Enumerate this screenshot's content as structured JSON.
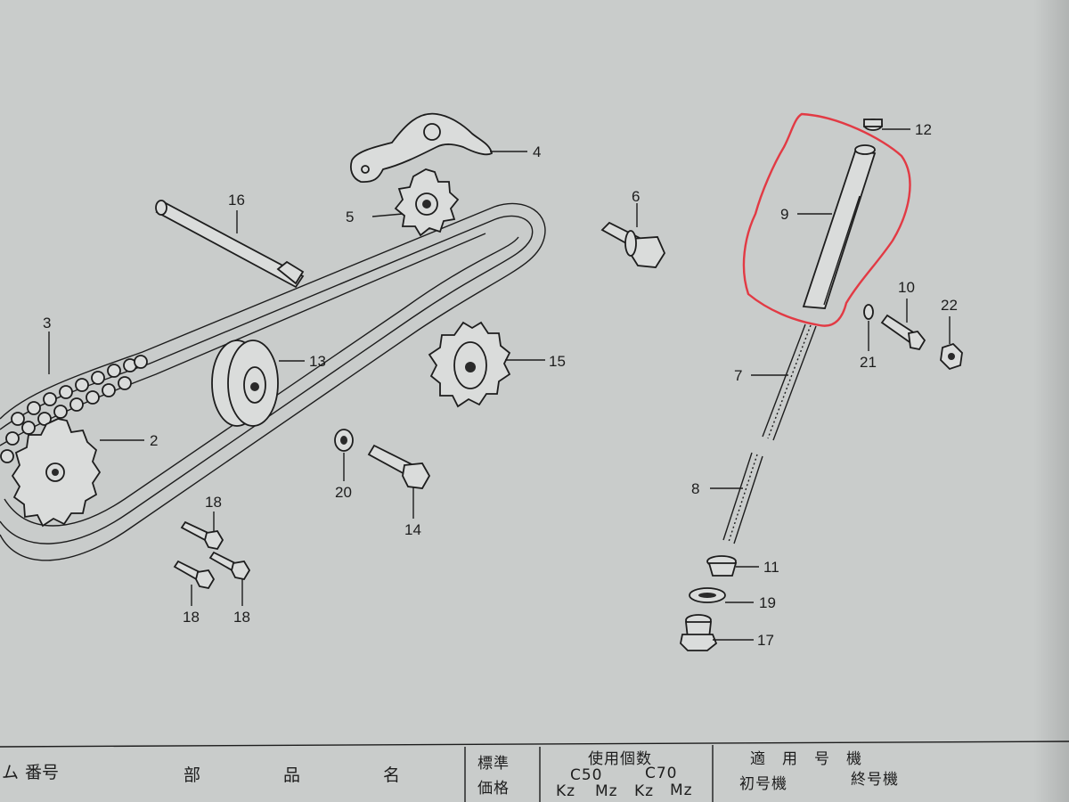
{
  "colors": {
    "paper": "#c9cccb",
    "ink": "#1d1d1d",
    "highlight": "#e23a44"
  },
  "callouts": {
    "p2": "2",
    "p3": "3",
    "p4": "4",
    "p5": "5",
    "p6": "6",
    "p7": "7",
    "p8": "8",
    "p9": "9",
    "p10": "10",
    "p11": "11",
    "p12": "12",
    "p13": "13",
    "p14": "14",
    "p15": "15",
    "p16": "16",
    "p17": "17",
    "p18a": "18",
    "p18b": "18",
    "p18c": "18",
    "p19": "19",
    "p20": "20",
    "p21": "21",
    "p22": "22"
  },
  "table_header": {
    "number": "番号",
    "number_prefix": "ム",
    "part_name_1": "部",
    "part_name_2": "品",
    "part_name_3": "名",
    "standard": "標準",
    "price": "価格",
    "usage_count": "使用個数",
    "c50": "C50",
    "c70": "C70",
    "kz1": "Kz",
    "mz1": "Mz",
    "kz2": "Kz",
    "mz2": "Mz",
    "applicable_model": "適　用　号　機",
    "first_model": "初号機",
    "last_model": "終号機"
  }
}
